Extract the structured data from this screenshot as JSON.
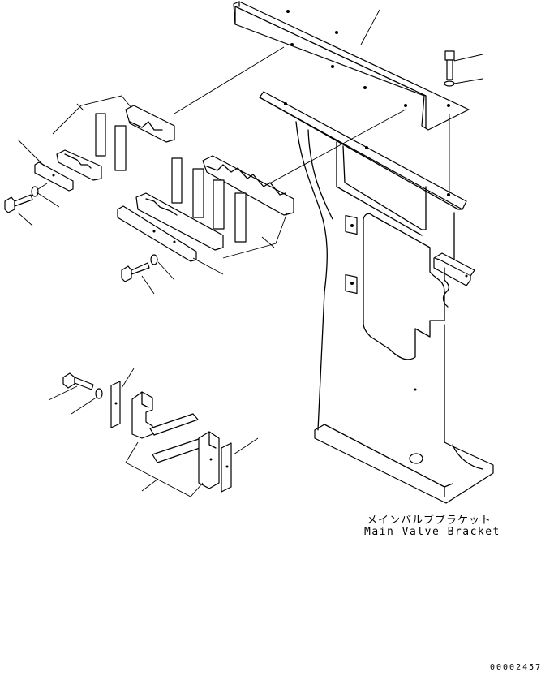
{
  "caption": {
    "japanese": "メインバルブブラケット",
    "english": "Main Valve Bracket"
  },
  "document_number": "00002457"
}
